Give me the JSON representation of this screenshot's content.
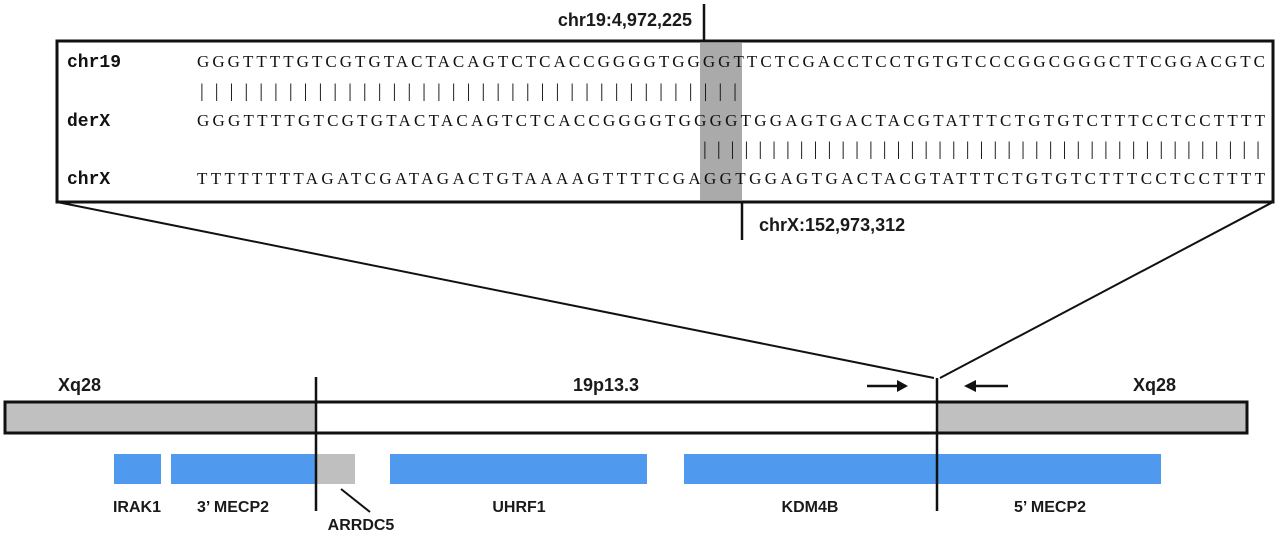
{
  "colors": {
    "gene_blue": "#4f9aee",
    "gene_grey": "#bfbfbf",
    "chromosome_grey": "#c0c0c0",
    "highlight_grey": "#aaaaaa",
    "line": "#111111"
  },
  "alignment": {
    "breakpoint_top_label": "chr19:4,972,225",
    "breakpoint_bottom_label": "chrX:152,973,312",
    "rows": [
      {
        "name": "chr19",
        "seq": "GGGTTTTGTCGTGTACTACAGTCTCACCGGGGTGGGGTTCTCGACCTCCTGTGTCCCGGCGGGCTTCGGACGTC"
      },
      {
        "name": "derX",
        "seq": "GGGTTTTGTCGTGTACTACAGTCTCACCGGGGTGGGGTGGAGTGACTACGTATTTCTGTGTCTTTCCTCCTTTT"
      },
      {
        "name": "chrX",
        "seq": "TTTTTTTTAGATCGATAGACTGTAAAAGTTTTCGAGGTGGAGTGACTACGTATTTCTGTGTCTTTCCTCCTTTT"
      }
    ],
    "match_top": "|||||||||||||||||||||||||||||||||||||",
    "match_bottom": "|||||||||||||||||||||||||||||||||||||||||"
  },
  "chromosome": {
    "left_region": "Xq28",
    "middle_region": "19p13.3",
    "right_region": "Xq28"
  },
  "genes": [
    {
      "name": "IRAK1"
    },
    {
      "name": "3’ MECP2"
    },
    {
      "name": "ARRDC5"
    },
    {
      "name": "UHRF1"
    },
    {
      "name": "KDM4B"
    },
    {
      "name": "5’ MECP2"
    }
  ]
}
